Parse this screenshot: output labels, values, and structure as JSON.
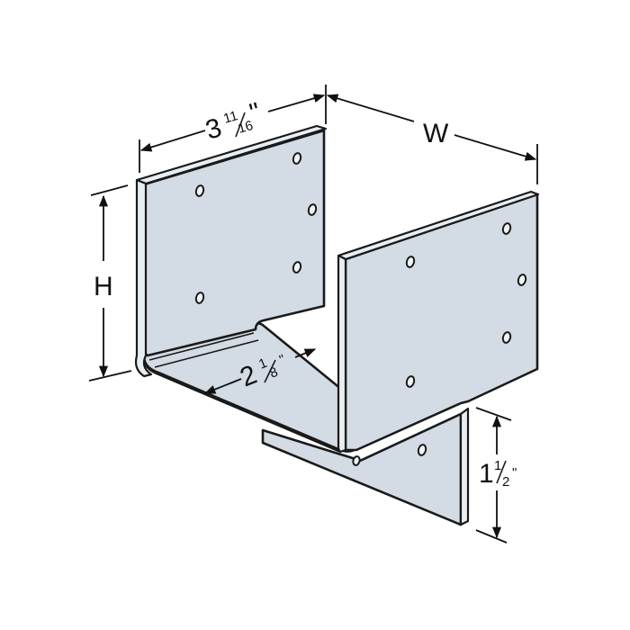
{
  "diagram": {
    "subject": "Post cap bracket (U-shaped steel connector) with dimensions",
    "colors": {
      "steel_fill": "#d3dbe4",
      "outline": "#1a1a1a",
      "background": "#ffffff"
    },
    "dimensions": {
      "top_width": {
        "whole": "3",
        "num": "11",
        "den": "16",
        "unit": "\""
      },
      "width": {
        "label": "W"
      },
      "height": {
        "label": "H"
      },
      "seat_width": {
        "whole": "2",
        "num": "1",
        "den": "8",
        "unit": "\""
      },
      "flange_height": {
        "whole": "1",
        "num": "1",
        "den": "2",
        "unit": "\""
      }
    },
    "components": {
      "left_side_plate": {
        "holes": 5
      },
      "right_side_plate": {
        "holes": 5
      },
      "bottom_flange": {
        "holes": 2
      }
    }
  }
}
